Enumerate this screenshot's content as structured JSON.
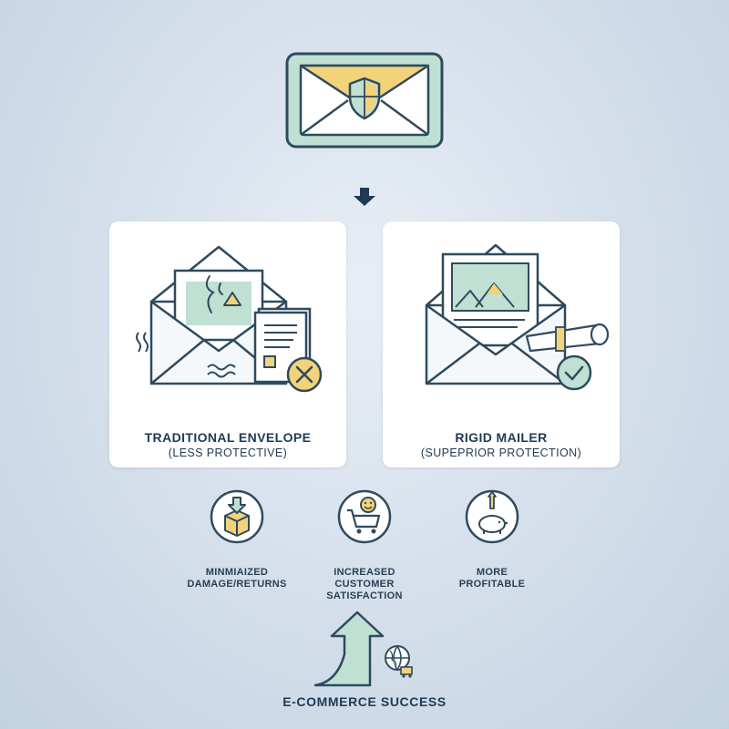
{
  "colors": {
    "outline": "#2f4a5e",
    "mint": "#bfe0d2",
    "yellow": "#f2d27a",
    "card": "#ffffff",
    "text": "#1f3a56"
  },
  "top": {
    "icon": "shield-envelope-icon"
  },
  "flow": {
    "icon": "arrow-down-icon"
  },
  "comparison": {
    "traditional": {
      "title": "TRADITIONAL ENVELOPE",
      "subtitle": "(LESS PROTECTIVE)",
      "icons": [
        "torn-envelope-icon",
        "document-icon",
        "x-circle-icon"
      ]
    },
    "rigid": {
      "title": "RIGID MAILER",
      "subtitle": "(SUPEPRIOR PROTECTION)",
      "icons": [
        "picture-envelope-icon",
        "scroll-icon",
        "check-circle-icon"
      ]
    }
  },
  "benefits": [
    {
      "label": "MINMIAIZED\nDAMAGE/RETURNS",
      "icon": "box-down-arrow-icon"
    },
    {
      "label": "INCREASED\nCUSTOMER\nSATISFACTION",
      "icon": "cart-smiley-icon"
    },
    {
      "label": "MORE\nPROFITABLE",
      "icon": "piggy-bank-icon"
    }
  ],
  "success": {
    "label": "E-COMMERCE SUCCESS",
    "icon": "growth-arrow-globe-icon"
  }
}
